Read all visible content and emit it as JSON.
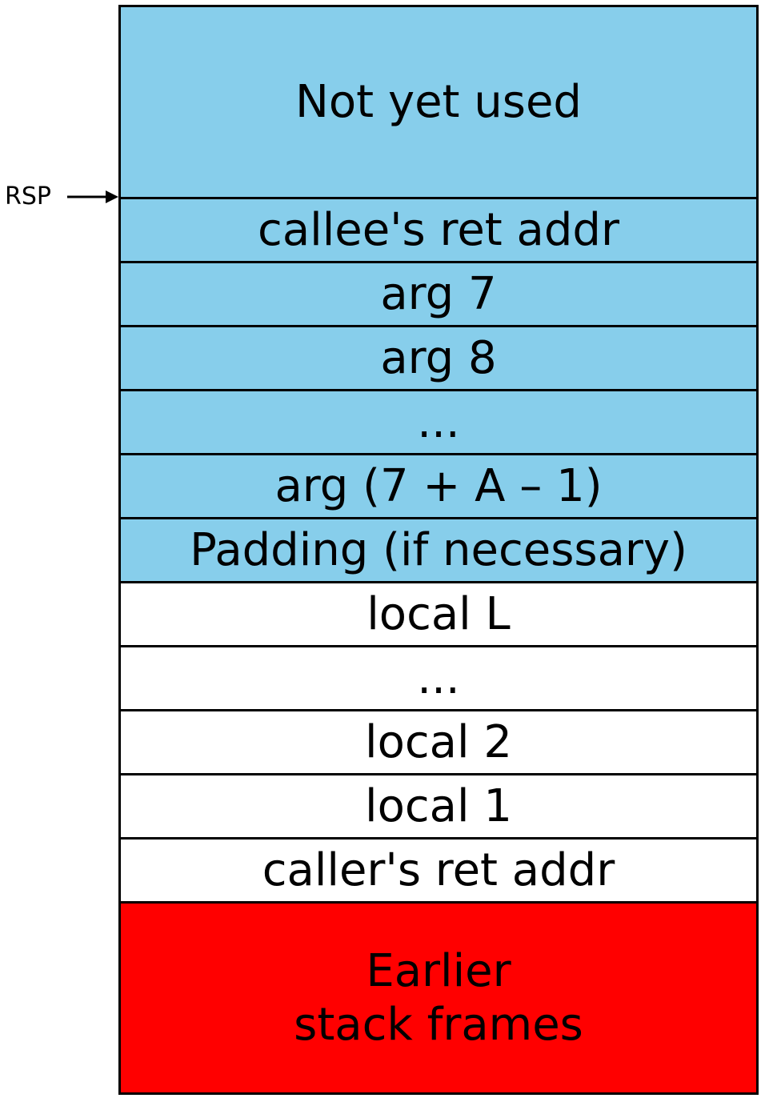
{
  "pointer": {
    "label": "RSP"
  },
  "frames": [
    {
      "label": "Not yet used",
      "region": "unused"
    },
    {
      "label": "callee's ret addr",
      "region": "unused"
    },
    {
      "label": "arg 7",
      "region": "unused"
    },
    {
      "label": "arg 8",
      "region": "unused"
    },
    {
      "label": "...",
      "region": "unused"
    },
    {
      "label": "arg (7 + A – 1)",
      "region": "unused"
    },
    {
      "label": "Padding (if necessary)",
      "region": "unused"
    },
    {
      "label": "local L",
      "region": "current"
    },
    {
      "label": "...",
      "region": "current"
    },
    {
      "label": "local 2",
      "region": "current"
    },
    {
      "label": "local 1",
      "region": "current"
    },
    {
      "label": "caller's ret addr",
      "region": "current"
    },
    {
      "label": "Earlier\nstack frames",
      "region": "earlier"
    }
  ],
  "colors": {
    "unused": "#87ceeb",
    "current": "#ffffff",
    "earlier": "#ff0000",
    "border": "#000000"
  }
}
